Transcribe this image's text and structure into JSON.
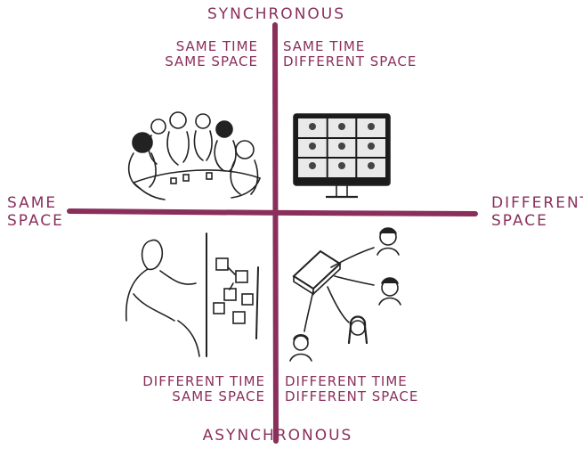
{
  "colors": {
    "accent": "#8a2f5c",
    "ink": "#222222"
  },
  "axes": {
    "top": "SYNCHRONOUS",
    "bottom": "ASYNCHRONOUS",
    "left": [
      "SAME",
      "SPACE"
    ],
    "right": [
      "DIFFERENT",
      "SPACE"
    ]
  },
  "quadrants": {
    "top_left": {
      "line1": "SAME TIME",
      "line2": "SAME SPACE",
      "illustration": "group-meeting-icon"
    },
    "top_right": {
      "line1": "SAME TIME",
      "line2": "DIFFERENT SPACE",
      "illustration": "video-call-monitor-icon"
    },
    "bottom_left": {
      "line1": "DIFFERENT TIME",
      "line2": "SAME SPACE",
      "illustration": "sticky-notes-wall-icon"
    },
    "bottom_right": {
      "line1": "DIFFERENT TIME",
      "line2": "DIFFERENT SPACE",
      "illustration": "message-broadcast-icon"
    }
  }
}
